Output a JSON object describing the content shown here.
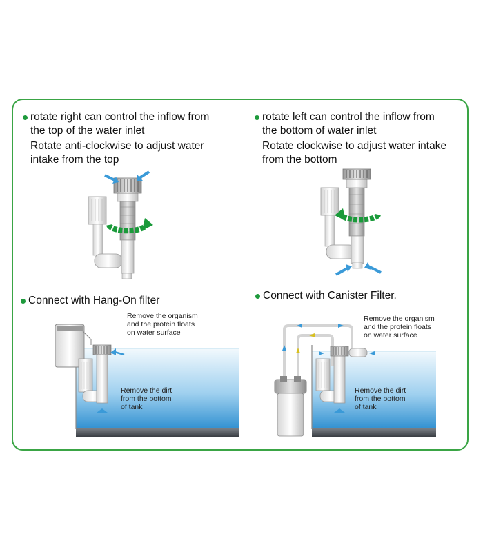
{
  "colors": {
    "frame": "#3aa545",
    "bullet": "#1e9a3c",
    "green_arrow": "#1a9a3a",
    "blue_arrow": "#3a9ad8",
    "water_top": "#e8f4fb",
    "water_bottom": "#2e8fd0",
    "tank_floor": "#555a60",
    "yellow_arrow": "#d8c020"
  },
  "panels": {
    "top_left": {
      "lines": [
        "rotate right can control the inflow from",
        "the top of the water inlet",
        "Rotate anti-clockwise to adjust water",
        "intake from the top"
      ]
    },
    "top_right": {
      "lines": [
        "rotate left can control the inflow from",
        "the bottom of water inlet",
        "Rotate clockwise to adjust water intake",
        "from the bottom"
      ]
    },
    "bottom_left": {
      "title": "Connect with Hang-On filter",
      "note_top": [
        "Remove the organism",
        "and the protein floats",
        "on water surface"
      ],
      "note_bottom": [
        "Remove the dirt",
        "from the bottom",
        "of tank"
      ]
    },
    "bottom_right": {
      "title": "Connect with Canister Filter.",
      "note_top": [
        "Remove the organism",
        "and the protein floats",
        "on water surface"
      ],
      "note_bottom": [
        "Remove the dirt",
        "from the bottom",
        "of tank"
      ]
    }
  },
  "icons": {
    "rotation_arrow": "curved-rotation-arrow-icon",
    "water_flow_arrow": "water-flow-arrow-icon"
  }
}
